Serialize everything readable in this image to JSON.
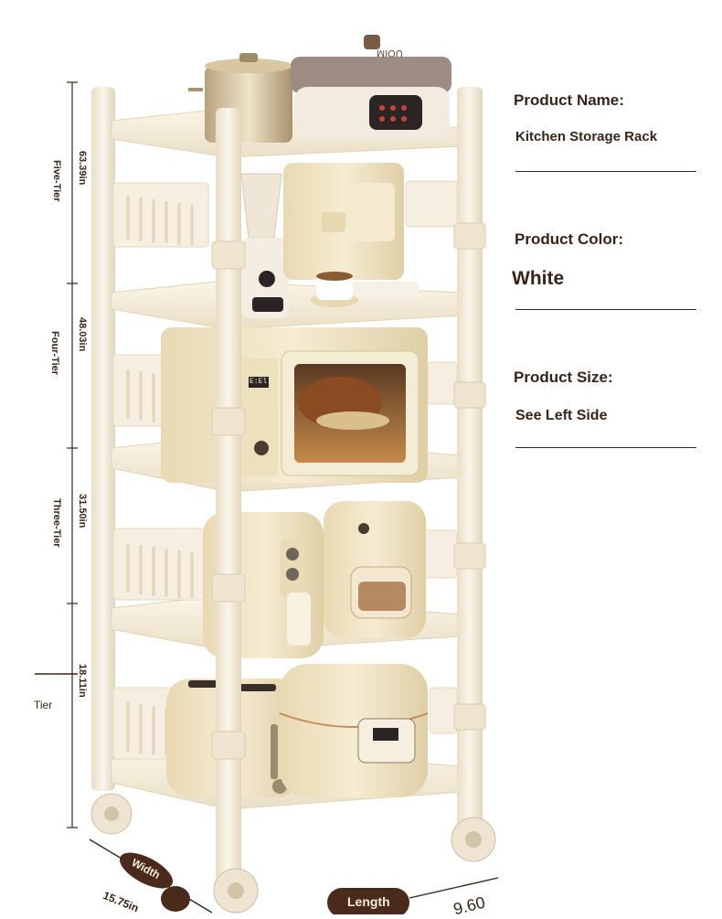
{
  "product": {
    "name_label": "Product Name:",
    "name_value": "Kitchen Storage Rack",
    "color_label": "Product Color:",
    "color_value": "White",
    "size_label": "Product Size:",
    "size_value": "See Left Side"
  },
  "dimensions": {
    "tiers": [
      {
        "name": "Five-Tier",
        "height": "63.39in"
      },
      {
        "name": "Four-Tier",
        "height": "48.03in"
      },
      {
        "name": "Three-Tier",
        "height": "31.50in"
      },
      {
        "name": "Tier",
        "height": "18.11in"
      }
    ],
    "width_label": "Width",
    "width_value": "15.75in",
    "length_label": "Length",
    "length_value": "9.60"
  },
  "appliances": {
    "pot_brand": "UOIM",
    "microwave_display": "E:El"
  },
  "colors": {
    "rack": "#f3ead6",
    "appliance": "#efe2bf",
    "text_brown": "#3a2418",
    "badge_brown": "#4a2a1a"
  }
}
